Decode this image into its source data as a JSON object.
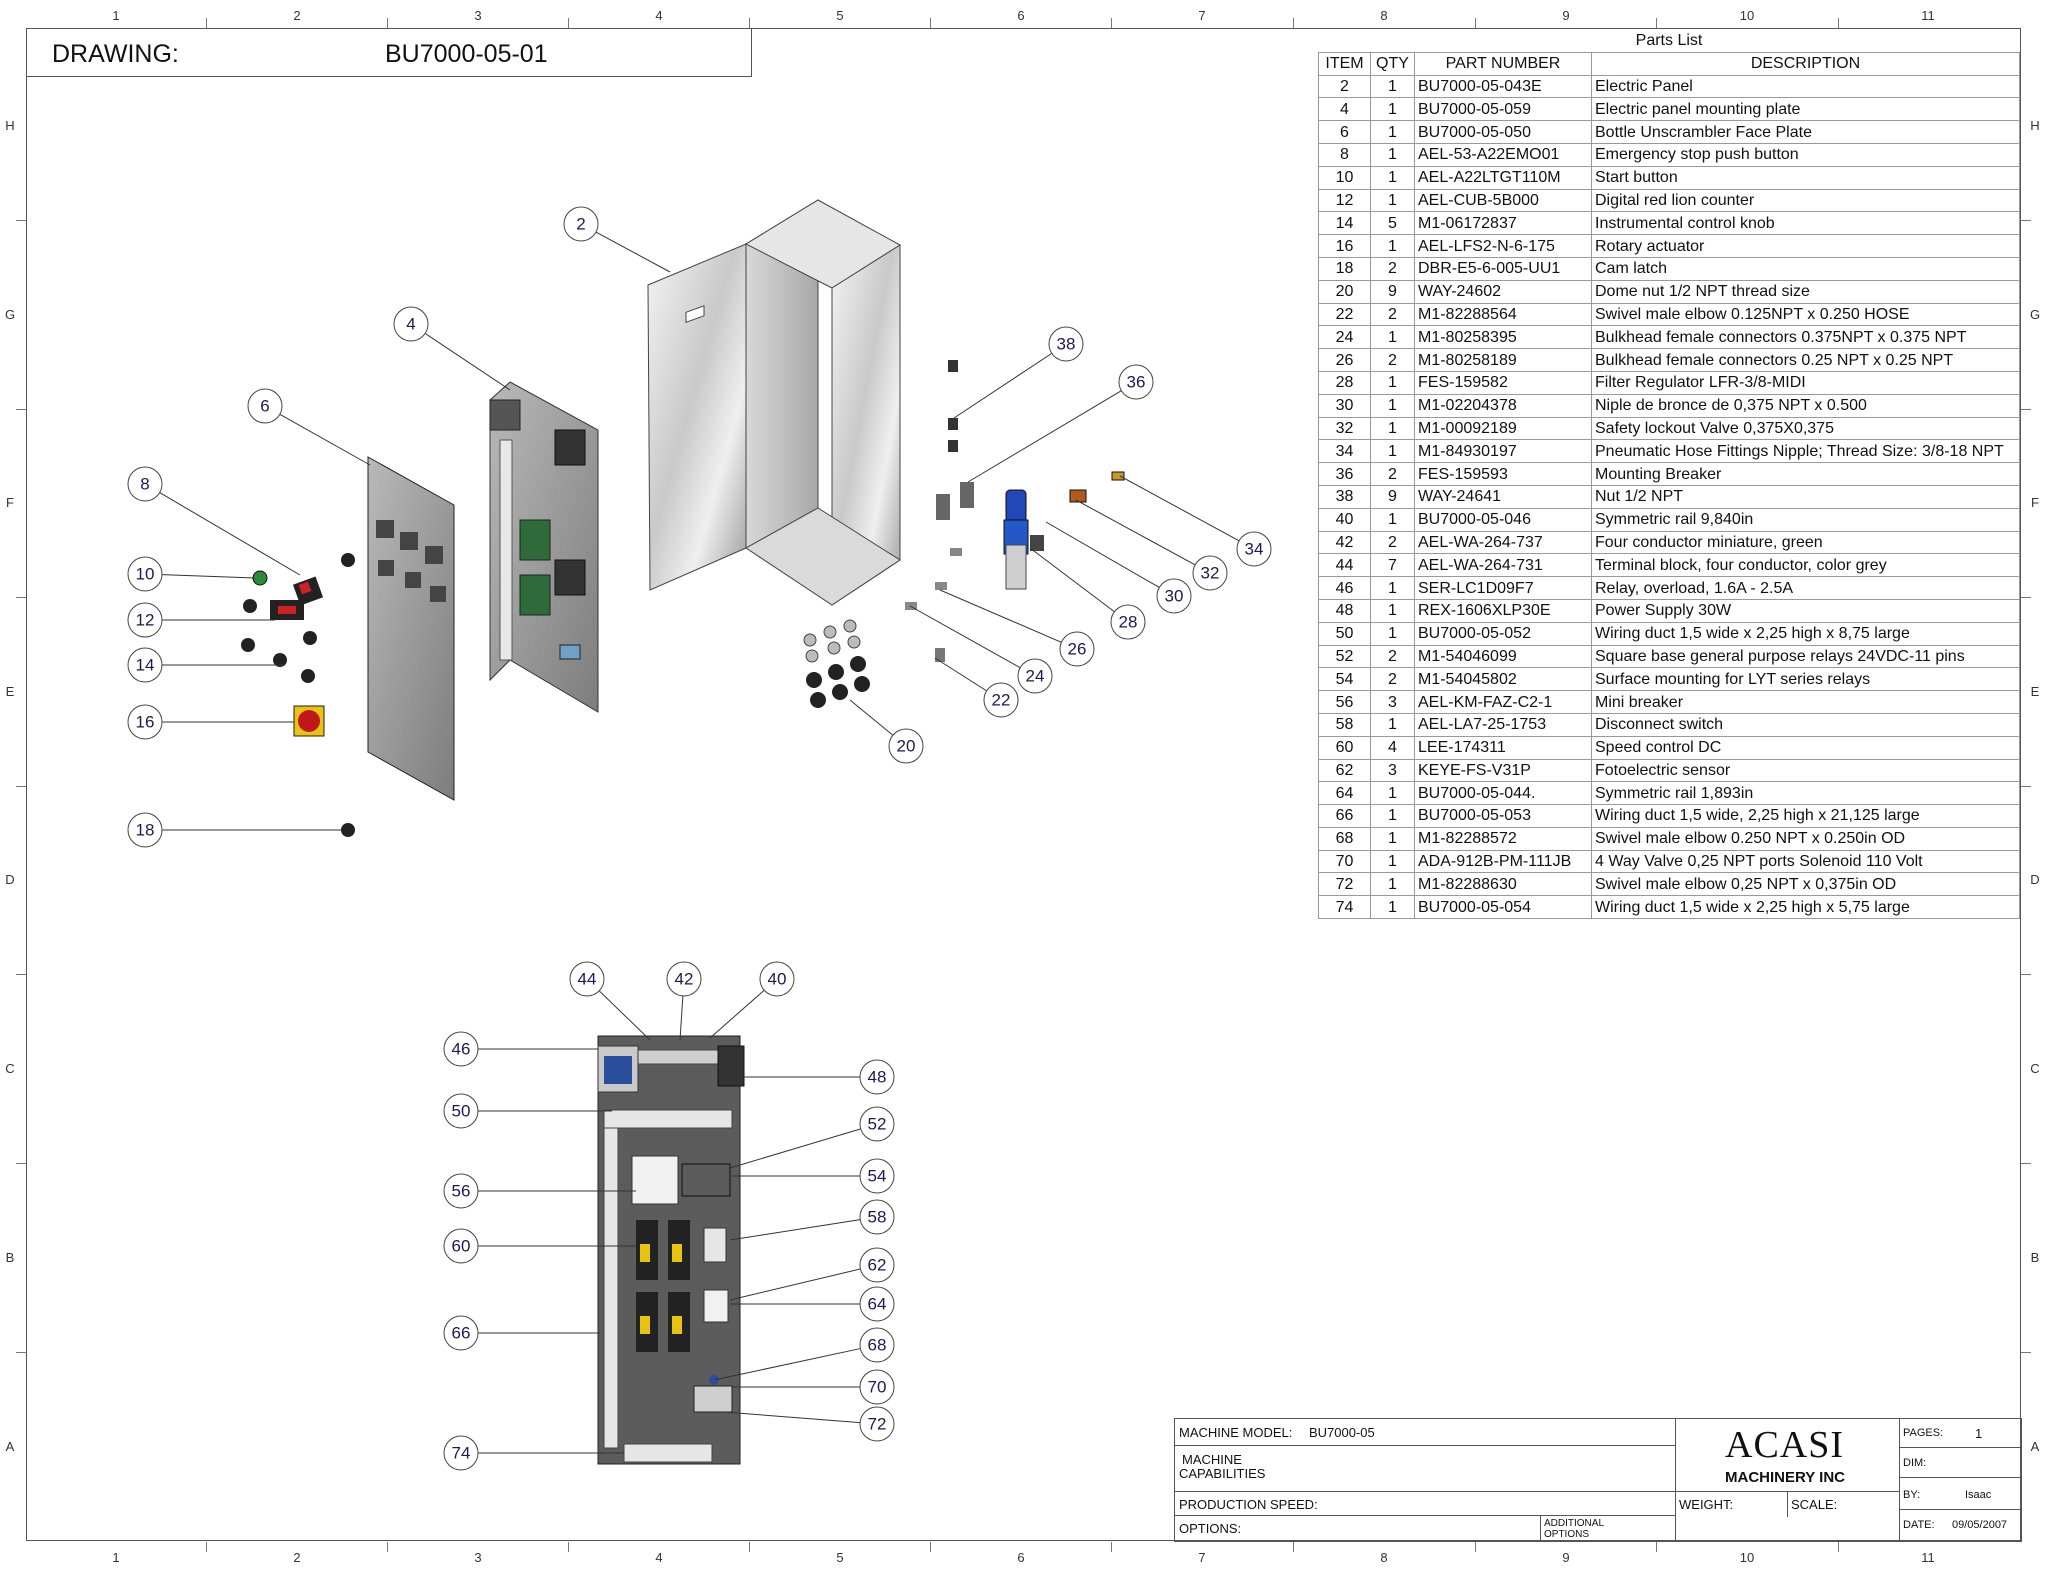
{
  "drawing": {
    "label": "DRAWING:",
    "number": "BU7000-05-01"
  },
  "zones": {
    "columns": [
      "1",
      "2",
      "3",
      "4",
      "5",
      "6",
      "7",
      "8",
      "9",
      "10",
      "11"
    ],
    "rows": [
      "H",
      "G",
      "F",
      "E",
      "D",
      "C",
      "B",
      "A"
    ]
  },
  "parts_list": {
    "title": "Parts List",
    "headers": {
      "item": "ITEM",
      "qty": "QTY",
      "part_number": "PART NUMBER",
      "description": "DESCRIPTION"
    },
    "rows": [
      {
        "item": "2",
        "qty": "1",
        "pn": "BU7000-05-043E",
        "desc": "Electric Panel"
      },
      {
        "item": "4",
        "qty": "1",
        "pn": "BU7000-05-059",
        "desc": "Electric panel mounting plate"
      },
      {
        "item": "6",
        "qty": "1",
        "pn": "BU7000-05-050",
        "desc": "Bottle Unscrambler Face Plate"
      },
      {
        "item": "8",
        "qty": "1",
        "pn": "AEL-53-A22EMO01",
        "desc": "Emergency stop push button"
      },
      {
        "item": "10",
        "qty": "1",
        "pn": "AEL-A22LTGT110M",
        "desc": "Start button"
      },
      {
        "item": "12",
        "qty": "1",
        "pn": "AEL-CUB-5B000",
        "desc": "Digital red lion counter"
      },
      {
        "item": "14",
        "qty": "5",
        "pn": "M1-06172837",
        "desc": "Instrumental control knob"
      },
      {
        "item": "16",
        "qty": "1",
        "pn": "AEL-LFS2-N-6-175",
        "desc": "Rotary actuator"
      },
      {
        "item": "18",
        "qty": "2",
        "pn": "DBR-E5-6-005-UU1",
        "desc": "Cam latch"
      },
      {
        "item": "20",
        "qty": "9",
        "pn": "WAY-24602",
        "desc": "Dome nut 1/2 NPT thread size"
      },
      {
        "item": "22",
        "qty": "2",
        "pn": "M1-82288564",
        "desc": "Swivel male elbow 0.125NPT x 0.250 HOSE"
      },
      {
        "item": "24",
        "qty": "1",
        "pn": "M1-80258395",
        "desc": "Bulkhead female connectors 0.375NPT x 0.375 NPT"
      },
      {
        "item": "26",
        "qty": "2",
        "pn": "M1-80258189",
        "desc": "Bulkhead female connectors 0.25 NPT x 0.25 NPT"
      },
      {
        "item": "28",
        "qty": "1",
        "pn": "FES-159582",
        "desc": "Filter Regulator LFR-3/8-MIDI"
      },
      {
        "item": "30",
        "qty": "1",
        "pn": "M1-02204378",
        "desc": "Niple de bronce de 0,375 NPT x 0.500"
      },
      {
        "item": "32",
        "qty": "1",
        "pn": "M1-00092189",
        "desc": "Safety lockout Valve 0,375X0,375"
      },
      {
        "item": "34",
        "qty": "1",
        "pn": "M1-84930197",
        "desc": "Pneumatic Hose Fittings Nipple; Thread Size: 3/8-18 NPT"
      },
      {
        "item": "36",
        "qty": "2",
        "pn": "FES-159593",
        "desc": "Mounting Breaker"
      },
      {
        "item": "38",
        "qty": "9",
        "pn": "WAY-24641",
        "desc": "Nut 1/2 NPT"
      },
      {
        "item": "40",
        "qty": "1",
        "pn": "BU7000-05-046",
        "desc": "Symmetric rail 9,840in"
      },
      {
        "item": "42",
        "qty": "2",
        "pn": "AEL-WA-264-737",
        "desc": "Four conductor miniature, green"
      },
      {
        "item": "44",
        "qty": "7",
        "pn": "AEL-WA-264-731",
        "desc": "Terminal block, four conductor, color grey"
      },
      {
        "item": "46",
        "qty": "1",
        "pn": "SER-LC1D09F7",
        "desc": "Relay, overload, 1.6A - 2.5A"
      },
      {
        "item": "48",
        "qty": "1",
        "pn": "REX-1606XLP30E",
        "desc": "Power Supply 30W"
      },
      {
        "item": "50",
        "qty": "1",
        "pn": "BU7000-05-052",
        "desc": "Wiring duct 1,5 wide x 2,25 high x 8,75 large"
      },
      {
        "item": "52",
        "qty": "2",
        "pn": "M1-54046099",
        "desc": "Square base general purpose relays 24VDC-11 pins"
      },
      {
        "item": "54",
        "qty": "2",
        "pn": "M1-54045802",
        "desc": "Surface mounting for LYT series relays"
      },
      {
        "item": "56",
        "qty": "3",
        "pn": "AEL-KM-FAZ-C2-1",
        "desc": "Mini breaker"
      },
      {
        "item": "58",
        "qty": "1",
        "pn": "AEL-LA7-25-1753",
        "desc": "Disconnect switch"
      },
      {
        "item": "60",
        "qty": "4",
        "pn": "LEE-174311",
        "desc": "Speed control DC"
      },
      {
        "item": "62",
        "qty": "3",
        "pn": "KEYE-FS-V31P",
        "desc": "Fotoelectric sensor"
      },
      {
        "item": "64",
        "qty": "1",
        "pn": "BU7000-05-044.",
        "desc": "Symmetric rail 1,893in"
      },
      {
        "item": "66",
        "qty": "1",
        "pn": "BU7000-05-053",
        "desc": "Wiring duct 1,5 wide, 2,25 high x 21,125 large"
      },
      {
        "item": "68",
        "qty": "1",
        "pn": "M1-82288572",
        "desc": "Swivel male elbow 0.250 NPT x 0.250in OD"
      },
      {
        "item": "70",
        "qty": "1",
        "pn": "ADA-912B-PM-111JB",
        "desc": "4 Way Valve 0,25 NPT ports Solenoid 110 Volt"
      },
      {
        "item": "72",
        "qty": "1",
        "pn": "M1-82288630",
        "desc": "Swivel male elbow 0,25 NPT x 0,375in OD"
      },
      {
        "item": "74",
        "qty": "1",
        "pn": "BU7000-05-054",
        "desc": "Wiring duct 1,5 wide x 2,25 high x 5,75 large"
      }
    ]
  },
  "callouts": [
    "2",
    "4",
    "6",
    "8",
    "10",
    "12",
    "14",
    "16",
    "18",
    "20",
    "22",
    "24",
    "26",
    "28",
    "30",
    "32",
    "34",
    "36",
    "38",
    "40",
    "42",
    "44",
    "46",
    "48",
    "50",
    "52",
    "54",
    "56",
    "58",
    "60",
    "62",
    "64",
    "66",
    "68",
    "70",
    "72",
    "74"
  ],
  "title_block": {
    "machine_model_label": "MACHINE MODEL:",
    "machine_model_value": "BU7000-05",
    "machine_capabilities_label": "MACHINE\nCAPABILITIES",
    "production_speed_label": "PRODUCTION SPEED:",
    "options_label": "OPTIONS:",
    "additional_options_label": "ADDITIONAL\nOPTIONS",
    "company_name": "ACASI",
    "company_sub": "MACHINERY INC",
    "weight_label": "WEIGHT:",
    "scale_label": "SCALE:",
    "pages_label": "PAGES:",
    "pages_value": "1",
    "dim_label": "DIM:",
    "by_label": "BY:",
    "by_value": "Isaac",
    "date_label": "DATE:",
    "date_value": "09/05/2007"
  }
}
